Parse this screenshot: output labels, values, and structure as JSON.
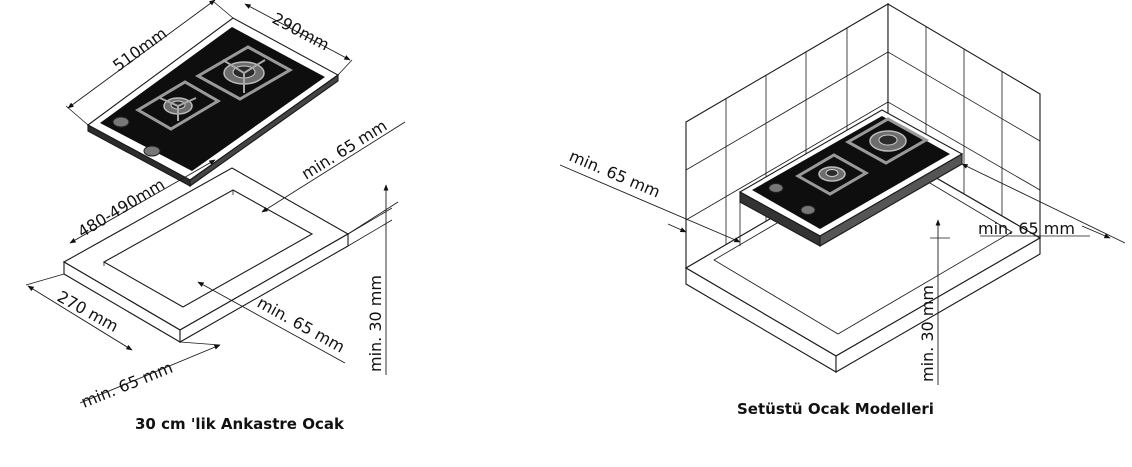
{
  "left_diagram": {
    "caption": "30 cm 'lik Ankastre Ocak",
    "dims": {
      "length": "510mm",
      "width": "290mm",
      "cutout_length": "480-490mm",
      "cutout_width": "270 mm",
      "min_right_top": "min. 65 mm",
      "min_right_inner": "min. 65 mm",
      "min_front": "min. 65 mm",
      "min_height": "min. 30 mm"
    }
  },
  "right_diagram": {
    "caption": "Setüstü Ocak Modelleri",
    "dims": {
      "min_left": "min. 65 mm",
      "min_right": "min. 65 mm",
      "min_height": "min. 30 mm"
    }
  }
}
